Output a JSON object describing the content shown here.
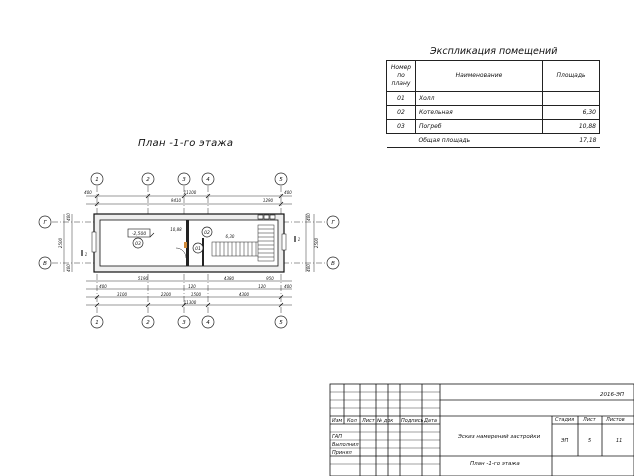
{
  "explication": {
    "title": "Экспликация помещений",
    "header": {
      "number": "Номер по плану",
      "name": "Наименование",
      "area": "Площадь"
    },
    "rows": [
      {
        "num": "01",
        "name": "Холл",
        "area": ""
      },
      {
        "num": "02",
        "name": "Котельная",
        "area": "6,30"
      },
      {
        "num": "03",
        "name": "Погреб",
        "area": "10,88"
      }
    ],
    "total": {
      "label": "Общая площадь",
      "value": "17,18"
    }
  },
  "plan": {
    "title": "План -1-го этажа",
    "axes_vertical": [
      "1",
      "2",
      "3",
      "4",
      "5"
    ],
    "axes_horizontal": [
      "Г",
      "В"
    ],
    "dims_top": [
      "400",
      "11100",
      "400",
      "9410",
      "1290"
    ],
    "dims_bottom": [
      "5190",
      "4380",
      "950",
      "400",
      "3100",
      "2200",
      "1500",
      "4300",
      "400",
      "120",
      "120",
      "11300"
    ],
    "dims_side": [
      "2500",
      "2500",
      "400",
      "400",
      "400",
      "400"
    ],
    "level_mark": "-2,500",
    "areas": [
      "10,88",
      "6,30"
    ],
    "rooms": [
      "03",
      "02",
      "01"
    ],
    "section_marks": [
      "1",
      "1"
    ]
  },
  "stamp": {
    "code": "2016-ЭП",
    "headers": [
      "Изм",
      "Кол",
      "Лист",
      "№ док",
      "Подпись",
      "Дата"
    ],
    "roles": [
      "ГАП",
      "Выполнил",
      "Принял"
    ],
    "object": "Эскиз намерений застройки",
    "sheet_title": "План -1-го этажа",
    "col_labels": [
      "Стадия",
      "Лист",
      "Листов"
    ],
    "stage": "ЭП",
    "sheet": "5",
    "sheets": "11"
  }
}
